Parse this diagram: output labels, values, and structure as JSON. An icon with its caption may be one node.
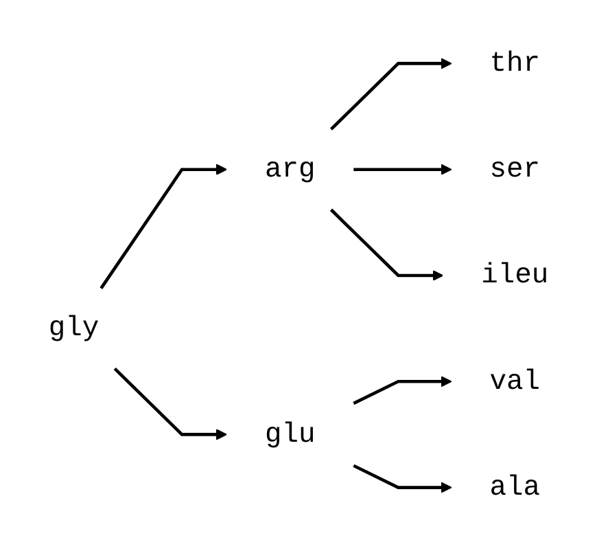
{
  "diagram": {
    "nodes": [
      {
        "text": [
          "gly"
        ]
      },
      {
        "text": [
          "arg"
        ]
      },
      {
        "text": [
          "glu"
        ]
      },
      {
        "text": [
          "thr"
        ]
      },
      {
        "text": [
          "ser"
        ]
      },
      {
        "text": [
          "ileu"
        ]
      },
      {
        "text": [
          "val"
        ]
      },
      {
        "text": [
          "ala"
        ]
      }
    ],
    "edges": [
      {
        "from": 0,
        "to": 1,
        "arrow": "to"
      },
      {
        "from": 0,
        "to": 2,
        "arrow": "to"
      },
      {
        "from": 1,
        "to": 3,
        "arrow": "to"
      },
      {
        "from": 1,
        "to": 4,
        "arrow": "to"
      },
      {
        "from": 1,
        "to": 5,
        "arrow": "to"
      },
      {
        "from": 2,
        "to": 6,
        "arrow": "to"
      },
      {
        "from": 2,
        "to": 7,
        "arrow": "to"
      }
    ]
  }
}
